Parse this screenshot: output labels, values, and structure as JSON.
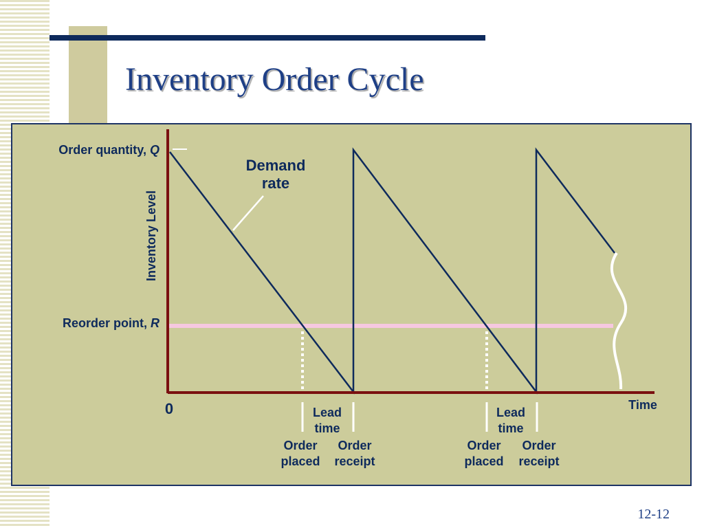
{
  "slide": {
    "title": "Inventory Order Cycle",
    "number": "12-12"
  },
  "diagram": {
    "y_axis_label": "Inventory Level",
    "x_axis_label": "Time",
    "origin_label": "0",
    "order_quantity_label": "Order quantity, ",
    "order_quantity_symbol": "Q",
    "reorder_point_label": "Reorder point, ",
    "reorder_point_symbol": "R",
    "demand_rate_line1": "Demand",
    "demand_rate_line2": "rate",
    "cycles": [
      {
        "lead_time_line1": "Lead",
        "lead_time_line2": "time",
        "order_placed_line1": "Order",
        "order_placed_line2": "placed",
        "order_receipt_line1": "Order",
        "order_receipt_line2": "receipt"
      },
      {
        "lead_time_line1": "Lead",
        "lead_time_line2": "time",
        "order_placed_line1": "Order",
        "order_placed_line2": "placed",
        "order_receipt_line1": "Order",
        "order_receipt_line2": "receipt"
      }
    ]
  },
  "colors": {
    "title": "#1e3f86",
    "axis": "#7a1010",
    "inventory_line": "#0e2a5c",
    "reorder_line": "#f6c8e0",
    "panel": "#cccc9b"
  }
}
